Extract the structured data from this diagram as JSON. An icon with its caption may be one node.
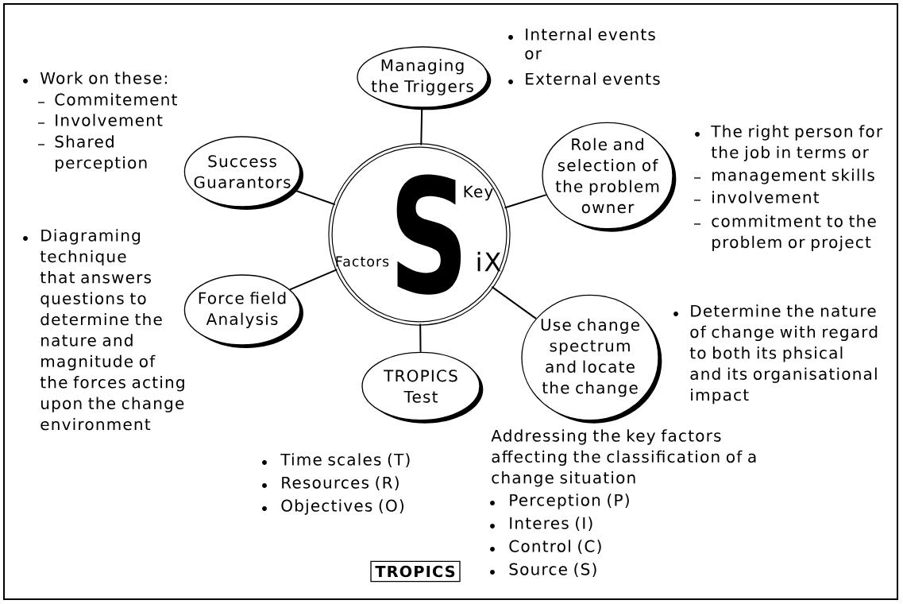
{
  "diagram": {
    "nodes": [
      {
        "text": [
          "S",
          "Key",
          "Factors",
          "iX"
        ]
      },
      {
        "text": [
          "Managing the Triggers"
        ]
      },
      {
        "text": [
          "Role and selection of the problem owner"
        ]
      },
      {
        "text": [
          "Use change spectrum and locate the change"
        ]
      },
      {
        "text": [
          "TROPICS Test"
        ]
      },
      {
        "text": [
          "Force field Analysis"
        ]
      },
      {
        "text": [
          "Success Guarantors"
        ]
      },
      {
        "text": [
          "TROPICS"
        ]
      }
    ],
    "edges": [
      {
        "from": 0,
        "to": 1,
        "arrow": "none"
      },
      {
        "from": 0,
        "to": 2,
        "arrow": "none"
      },
      {
        "from": 0,
        "to": 3,
        "arrow": "none"
      },
      {
        "from": 0,
        "to": 4,
        "arrow": "none"
      },
      {
        "from": 0,
        "to": 5,
        "arrow": "none"
      },
      {
        "from": 0,
        "to": 6,
        "arrow": "none"
      }
    ],
    "labels": [
      "Internal events",
      "or",
      "External events",
      "Work on these:",
      "Commitement",
      "Involvement",
      "Shared perception",
      "The right person for the job in terms or",
      "management skills",
      "involvement",
      "commitment to the problem or project",
      "Diagraming technique that answers questions to determine the nature and magnitude of the forces acting upon the change environment",
      "Determine the nature of change with regard to both its phsical and its organisational impact",
      "Addressing the key factors affecting the classification of a change situation",
      "Time scales (T)",
      "Resources (R)",
      "Objectives (O)",
      "Perception (P)",
      "Interes (I)",
      "Control (C)",
      "Source (S)"
    ]
  }
}
